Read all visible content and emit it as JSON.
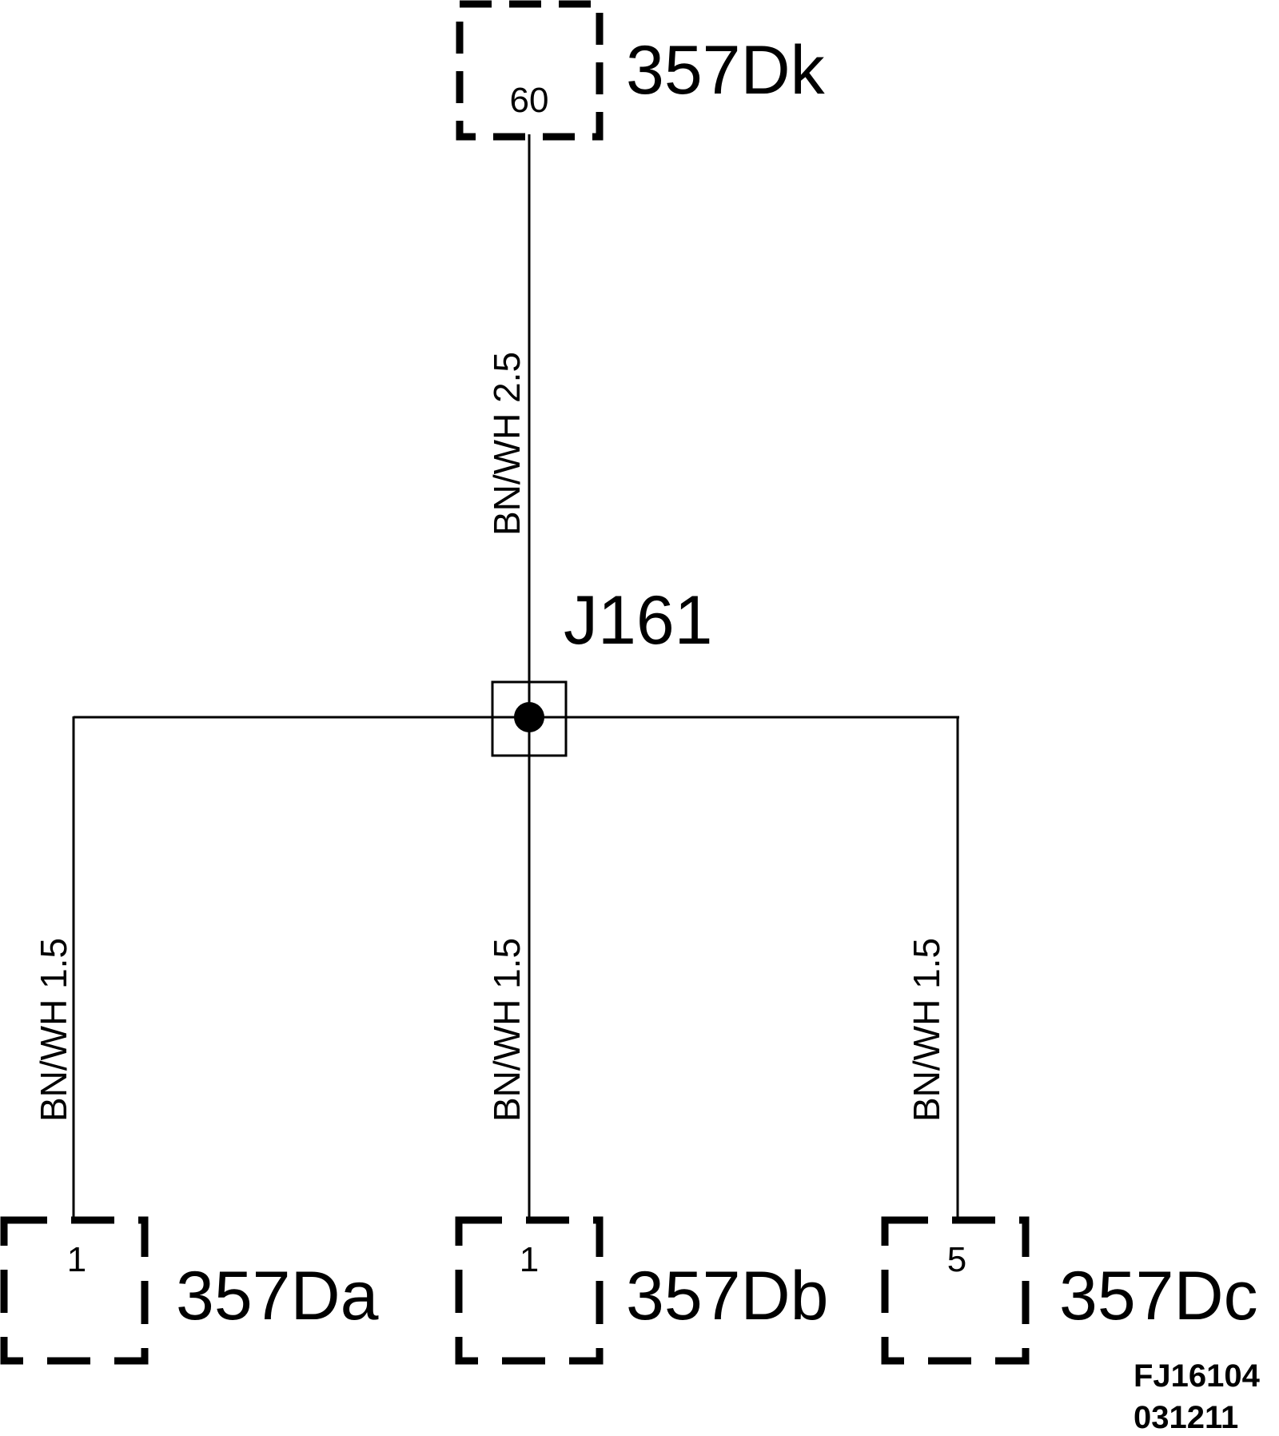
{
  "connectors": {
    "top": {
      "name": "357Dk",
      "pin": "60"
    },
    "left": {
      "name": "357Da",
      "pin": "1"
    },
    "middle": {
      "name": "357Db",
      "pin": "1"
    },
    "right": {
      "name": "357Dc",
      "pin": "5"
    }
  },
  "splice": {
    "name": "J161"
  },
  "wires": {
    "top": "BN/WH  2.5",
    "left": "BN/WH  1.5",
    "middle": "BN/WH  1.5",
    "right": "BN/WH  1.5"
  },
  "reference": {
    "code": "FJ16104",
    "date": "031211"
  }
}
